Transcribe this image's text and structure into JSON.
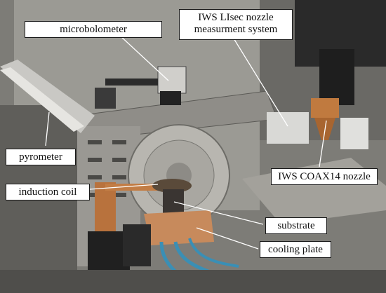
{
  "photo": {
    "description_free": true
  },
  "labels": {
    "microbolometer": "microbolometer",
    "iws_lisec_line1": "IWS LIsec nozzle",
    "iws_lisec_line2": "measurment system",
    "pyrometer": "pyrometer",
    "induction_coil": "induction coil",
    "iws_coax14": "IWS COAX14 nozzle",
    "substrate": "substrate",
    "cooling_plate": "cooling plate"
  },
  "colors": {
    "label_bg": "#ffffff",
    "label_border": "#1a1a1a",
    "leader_line": "#ffffff",
    "copper": "#b8723d"
  }
}
